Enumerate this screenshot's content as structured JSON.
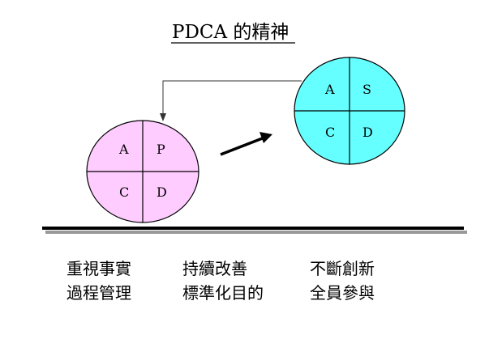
{
  "title": "PDCA 的精神",
  "colors": {
    "small_circle_fill": "#ffccff",
    "big_circle_fill": "#66ffff",
    "outline": "#000000",
    "ground_line": "#000000",
    "ground_shadow": "#999999"
  },
  "small_circle": {
    "quadrants": {
      "top_left": "A",
      "top_right": "P",
      "bottom_left": "C",
      "bottom_right": "D"
    }
  },
  "big_circle": {
    "quadrants": {
      "top_left": "A",
      "top_right": "S",
      "bottom_left": "C",
      "bottom_right": "D"
    }
  },
  "captions": {
    "row1": [
      "重視事實",
      "持續改善",
      "不斷創新"
    ],
    "row2": [
      "過程管理",
      "標準化目的",
      "全員參與"
    ]
  }
}
